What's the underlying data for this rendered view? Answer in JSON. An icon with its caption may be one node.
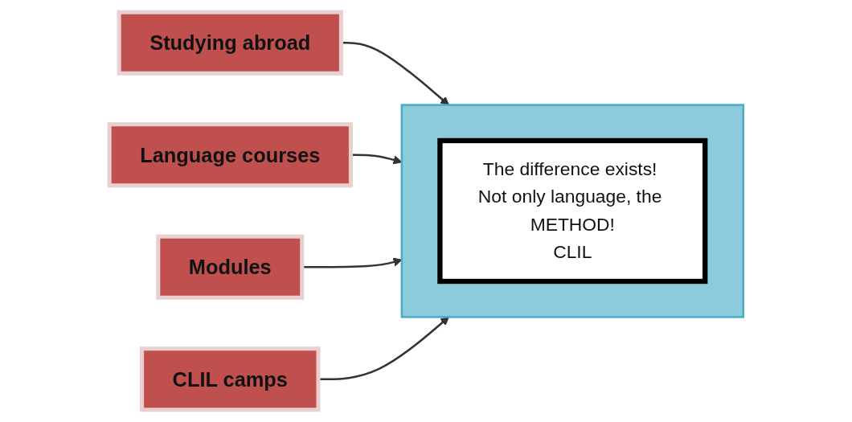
{
  "diagram": {
    "nodes": [
      {
        "text": [],
        "shape": "triangle"
      },
      {
        "text": [
          "The difference exists! Not only language, the METHOD!",
          "CLIL"
        ],
        "in": 0
      },
      {
        "text": [
          "Studying abroad"
        ]
      },
      {
        "text": [
          "Modules"
        ]
      },
      {
        "text": [
          "Language courses"
        ]
      },
      {
        "text": [
          "CLIL camps"
        ]
      }
    ],
    "edges": [
      {
        "from": 2,
        "to": 0,
        "arrow": "to"
      },
      {
        "from": 4,
        "to": 0,
        "arrow": "to"
      },
      {
        "from": 3,
        "to": 0,
        "arrow": "to"
      },
      {
        "from": 5,
        "to": 0,
        "arrow": "to"
      }
    ]
  }
}
